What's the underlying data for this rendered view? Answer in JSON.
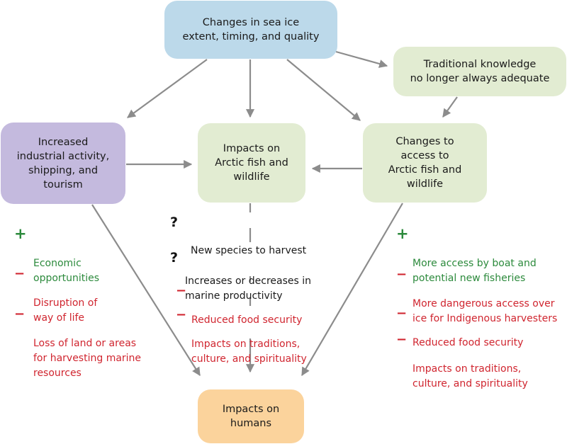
{
  "colors": {
    "arrow": "#8c8c8c",
    "positive": "#2c8a3c",
    "negative": "#d0252f",
    "sea_box": "#bcd9ea",
    "green_box": "#e2ecd2",
    "purple_box": "#c4bade",
    "orange_box": "#fbd39c"
  },
  "nodes": {
    "sea_ice": "Changes in sea ice\nextent, timing, and quality",
    "traditional": "Traditional knowledge\nno longer always adequate",
    "industrial": "Increased\nindustrial activity,\nshipping, and\ntourism",
    "fish_wildlife": "Impacts on\nArctic fish and\nwildlife",
    "access": "Changes to\naccess to\nArctic fish and\nwildlife",
    "humans": "Impacts on\nhumans"
  },
  "left_effects": [
    {
      "sign": "+",
      "kind": "positive",
      "text": "Economic\nopportunities"
    },
    {
      "sign": "−",
      "kind": "negative",
      "text": "Disruption of\nway of life"
    },
    {
      "sign": "−",
      "kind": "negative",
      "text": "Loss of land or areas\nfor harvesting marine\nresources"
    }
  ],
  "middle_effects": [
    {
      "sign": "?",
      "kind": "unknown",
      "text": "New species to harvest"
    },
    {
      "sign": "?",
      "kind": "unknown",
      "text": "Increases or decreases in\nmarine productivity"
    },
    {
      "sign": "−",
      "kind": "negative",
      "text": "Reduced food security"
    },
    {
      "sign": "−",
      "kind": "negative",
      "text": "Impacts on traditions,\nculture, and spirituality"
    }
  ],
  "right_effects": [
    {
      "sign": "+",
      "kind": "positive",
      "text": "More access by boat and\npotential new fisheries"
    },
    {
      "sign": "−",
      "kind": "negative",
      "text": "More dangerous access over\nice for Indigenous harvesters"
    },
    {
      "sign": "−",
      "kind": "negative",
      "text": "Reduced food security"
    },
    {
      "sign": "−",
      "kind": "negative",
      "text": "Impacts on traditions,\nculture, and spirituality"
    }
  ]
}
